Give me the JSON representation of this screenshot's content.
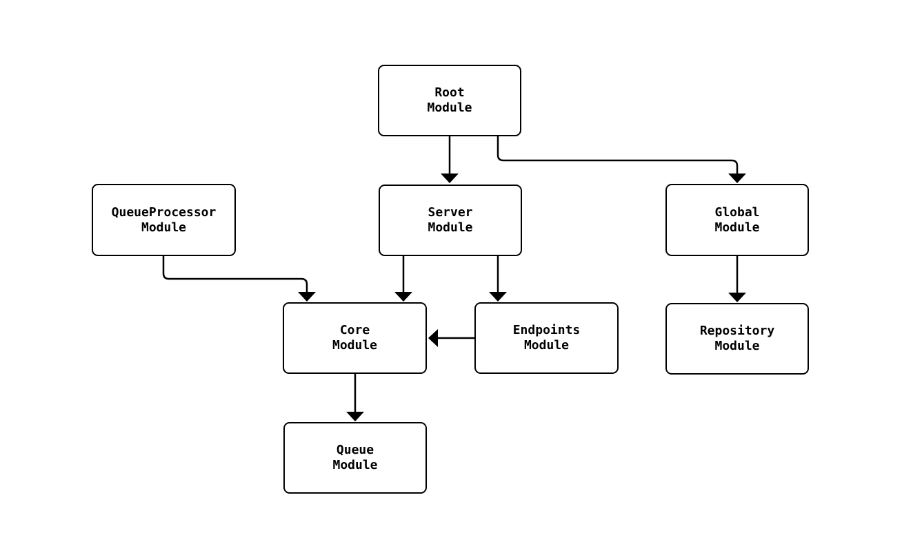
{
  "diagram": {
    "type": "module-dependency-flowchart",
    "background_color": "#ffffff",
    "stroke_color": "#000000",
    "text_color": "#000000",
    "nodes": [
      {
        "id": "root-module",
        "label": "Root\nModule"
      },
      {
        "id": "queueprocessor-module",
        "label": "QueueProcessor\nModule"
      },
      {
        "id": "server-module",
        "label": "Server\nModule"
      },
      {
        "id": "global-module",
        "label": "Global\nModule"
      },
      {
        "id": "core-module",
        "label": "Core\nModule"
      },
      {
        "id": "endpoints-module",
        "label": "Endpoints\nModule"
      },
      {
        "id": "repository-module",
        "label": "Repository\nModule"
      },
      {
        "id": "queue-module",
        "label": "Queue\nModule"
      }
    ],
    "edges": [
      {
        "from": "root-module",
        "to": "server-module"
      },
      {
        "from": "root-module",
        "to": "global-module"
      },
      {
        "from": "queueprocessor-module",
        "to": "core-module"
      },
      {
        "from": "server-module",
        "to": "core-module"
      },
      {
        "from": "server-module",
        "to": "endpoints-module"
      },
      {
        "from": "endpoints-module",
        "to": "core-module"
      },
      {
        "from": "global-module",
        "to": "repository-module"
      },
      {
        "from": "core-module",
        "to": "queue-module"
      }
    ]
  }
}
